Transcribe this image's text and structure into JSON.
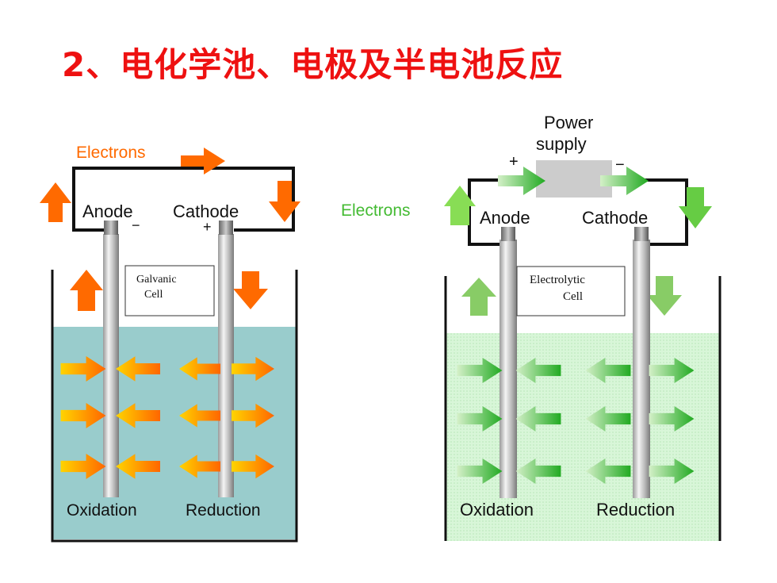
{
  "title": "2、电化学池、电极及半电池反应",
  "galvanic": {
    "electrons_label": "Electrons",
    "anode_label": "Anode",
    "cathode_label": "Cathode",
    "anode_sign": "−",
    "cathode_sign": "+",
    "cell_label_line1": "Galvanic",
    "cell_label_line2": "Cell",
    "oxidation_label": "Oxidation",
    "reduction_label": "Reduction",
    "arrow_color": "#ff6a00",
    "arrow_light_color": "#ffb000",
    "solution_color": "#99cccc"
  },
  "electrolytic": {
    "power_label_line1": "Power",
    "power_label_line2": "supply",
    "plus_sign": "+",
    "minus_sign": "−",
    "electrons_label": "Electrons",
    "anode_label": "Anode",
    "cathode_label": "Cathode",
    "cell_label_line1": "Electrolytic",
    "cell_label_line2": "Cell",
    "oxidation_label": "Oxidation",
    "reduction_label": "Reduction",
    "arrow_color": "#33bb33",
    "arrow_light_color": "#99dd66",
    "solution_color": "#d6f5d6"
  }
}
